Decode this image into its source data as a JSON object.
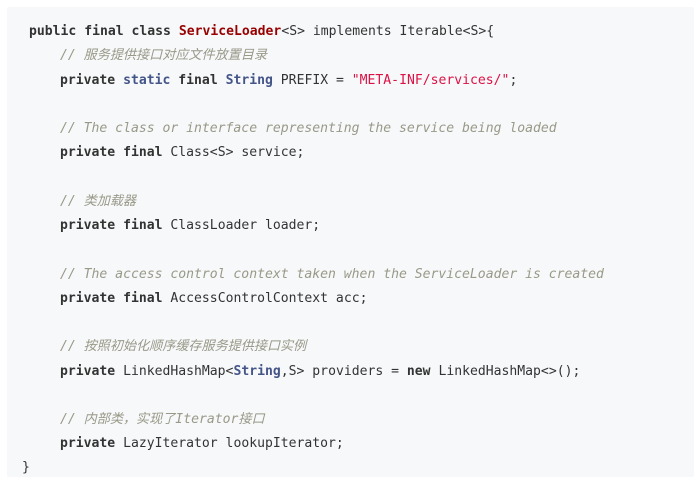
{
  "code": {
    "l1": {
      "kw1": "public",
      "kw2": "final",
      "kw3": "class",
      "cls": "ServiceLoader",
      "rest": "<S> implements Iterable<S>{"
    },
    "l2": {
      "comment": "// 服务提供接口对应文件放置目录"
    },
    "l3": {
      "kw1": "private",
      "kw2": "static",
      "kw3": "final",
      "type": "String",
      "mid": "PREFIX =",
      "str": "\"META-INF/services/\"",
      "end": ";"
    },
    "l4": {
      "comment": "// The class or interface representing the service being loaded"
    },
    "l5": {
      "kw1": "private",
      "kw2": "final",
      "rest": "Class<S> service;"
    },
    "l6": {
      "comment": "// 类加载器"
    },
    "l7": {
      "kw1": "private",
      "kw2": "final",
      "rest": "ClassLoader loader;"
    },
    "l8": {
      "comment": "// The access control context taken when the ServiceLoader is created"
    },
    "l9": {
      "kw1": "private",
      "kw2": "final",
      "rest": "AccessControlContext acc;"
    },
    "l10": {
      "comment": "// 按照初始化顺序缓存服务提供接口实例"
    },
    "l11": {
      "kw1": "private",
      "pre": "LinkedHashMap<",
      "type": "String",
      "mid": ",S> providers =",
      "kwnew": "new",
      "end": "LinkedHashMap<>();"
    },
    "l12": {
      "comment": "// 内部类，实现了Iterator接口"
    },
    "l13": {
      "kw1": "private",
      "rest": "LazyIterator lookupIterator;"
    },
    "l14": {
      "brace": "}"
    }
  }
}
